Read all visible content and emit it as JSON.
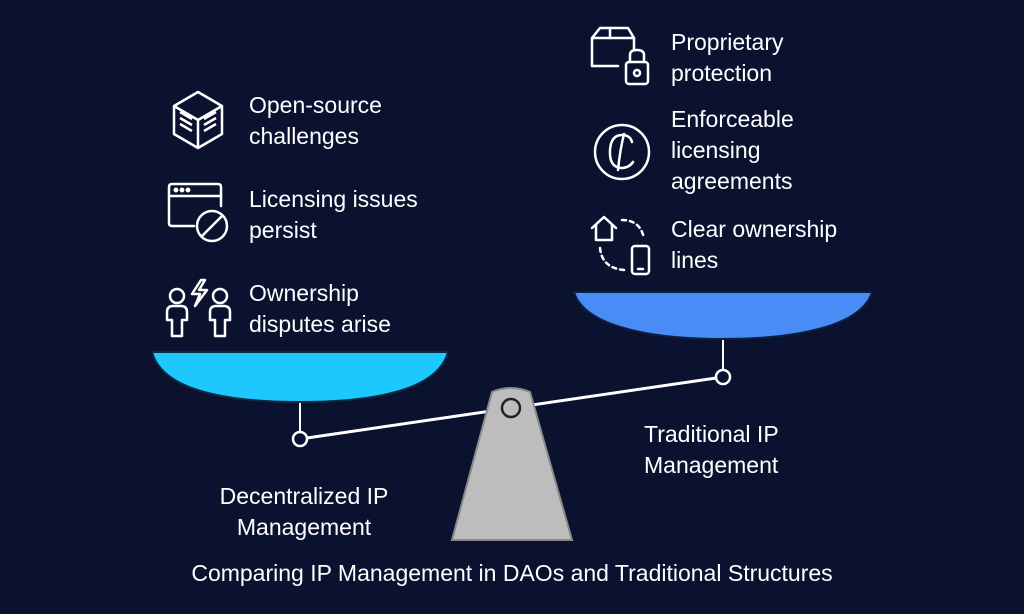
{
  "title": "Comparing IP Management in DAOs and Traditional Structures",
  "colors": {
    "background": "#0b1230",
    "left_pan": "#1ec8ff",
    "right_pan": "#4a8cf5",
    "fulcrum": "#bdbdbd",
    "line": "#ffffff"
  },
  "left_side": {
    "label": "Decentralized IP\nManagement",
    "items": [
      {
        "icon": "cube-icon",
        "text": "Open-source\nchallenges"
      },
      {
        "icon": "browser-blocked-icon",
        "text": "Licensing issues\npersist"
      },
      {
        "icon": "people-conflict-icon",
        "text": "Ownership\ndisputes arise"
      }
    ]
  },
  "right_side": {
    "label": "Traditional IP\nManagement",
    "items": [
      {
        "icon": "box-lock-icon",
        "text": "Proprietary\nprotection"
      },
      {
        "icon": "copyright-icon",
        "text": "Enforceable\nlicensing\nagreements"
      },
      {
        "icon": "home-device-sync-icon",
        "text": "Clear ownership\nlines"
      }
    ]
  }
}
